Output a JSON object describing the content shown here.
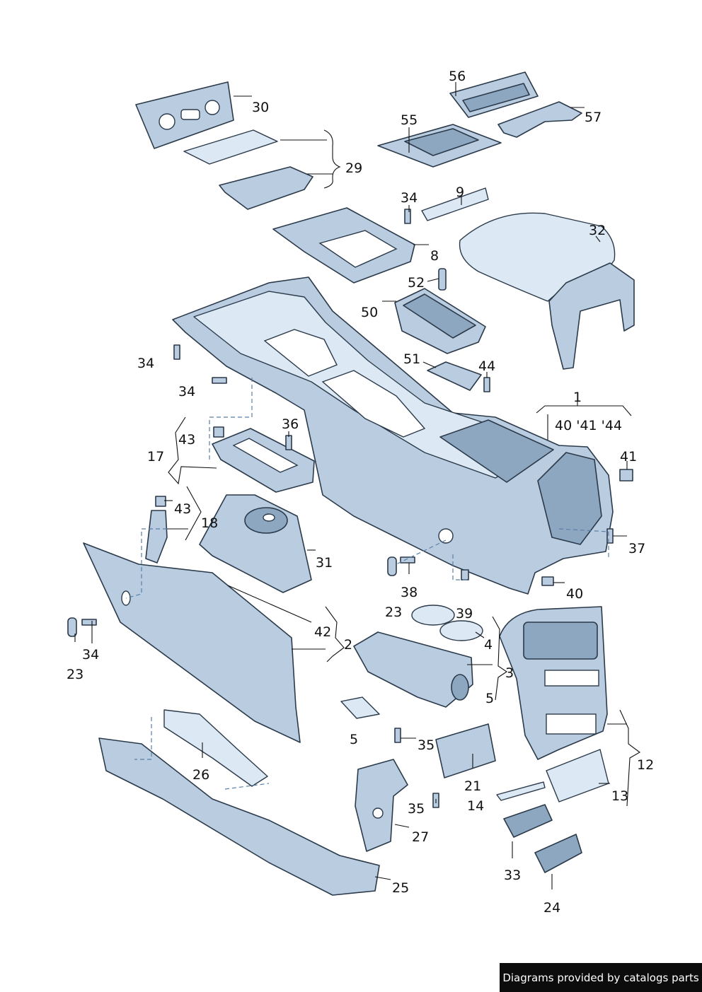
{
  "labels": {
    "l1": "1",
    "l2": "2",
    "l3": "3",
    "l4": "4",
    "l5a": "5",
    "l5b": "5",
    "l8": "8",
    "l9": "9",
    "l12": "12",
    "l13": "13",
    "l14": "14",
    "l17": "17",
    "l18": "18",
    "l21": "21",
    "l23a": "23",
    "l23b": "23",
    "l24": "24",
    "l25": "25",
    "l26": "26",
    "l27": "27",
    "l29": "29",
    "l30": "30",
    "l31": "31",
    "l32": "32",
    "l33": "33",
    "l34a": "34",
    "l34b": "34",
    "l34c": "34",
    "l34d": "34",
    "l35a": "35",
    "l35b": "35",
    "l36": "36",
    "l37": "37",
    "l38": "38",
    "l39": "39",
    "l40a": "40 '41 '44",
    "l40b": "40",
    "l41": "41",
    "l42": "42",
    "l43a": "43",
    "l43b": "43",
    "l44": "44",
    "l50": "50",
    "l51": "51",
    "l52": "52",
    "l55": "55",
    "l56": "56",
    "l57": "57"
  },
  "credit": "Diagrams provided by catalogs parts",
  "colors": {
    "part_fill": "#b9cce0",
    "part_dark": "#8ea7c0",
    "outline": "#2b3a4a",
    "dash": "#5a7fa8"
  }
}
